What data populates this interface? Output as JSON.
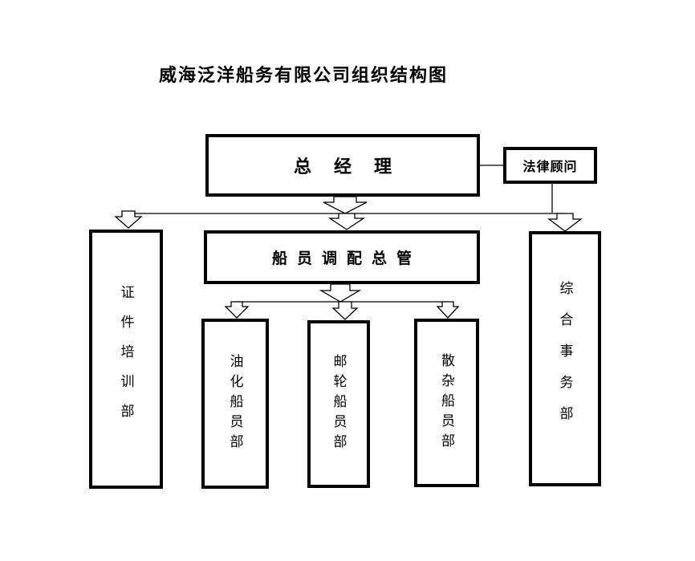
{
  "diagram": {
    "title": "威海泛洋船务有限公司组织结构图",
    "nodes": {
      "general_manager": "总经理",
      "legal_advisor": "法律顾问",
      "crew_dispatch_manager": "船员调配总管",
      "certificate_training_dept": "证件培训部",
      "oil_tanker_crew_dept": "油化船员部",
      "cruise_crew_dept": "邮轮船员部",
      "bulk_crew_dept": "散杂船员部",
      "general_affairs_dept": "综合事务部"
    },
    "edges": [
      [
        "general_manager",
        "legal_advisor"
      ],
      [
        "general_manager",
        "certificate_training_dept"
      ],
      [
        "general_manager",
        "crew_dispatch_manager"
      ],
      [
        "general_manager",
        "general_affairs_dept"
      ],
      [
        "crew_dispatch_manager",
        "oil_tanker_crew_dept"
      ],
      [
        "crew_dispatch_manager",
        "cruise_crew_dept"
      ],
      [
        "crew_dispatch_manager",
        "bulk_crew_dept"
      ]
    ],
    "colors": {
      "line": "#000000",
      "background": "#ffffff"
    }
  }
}
